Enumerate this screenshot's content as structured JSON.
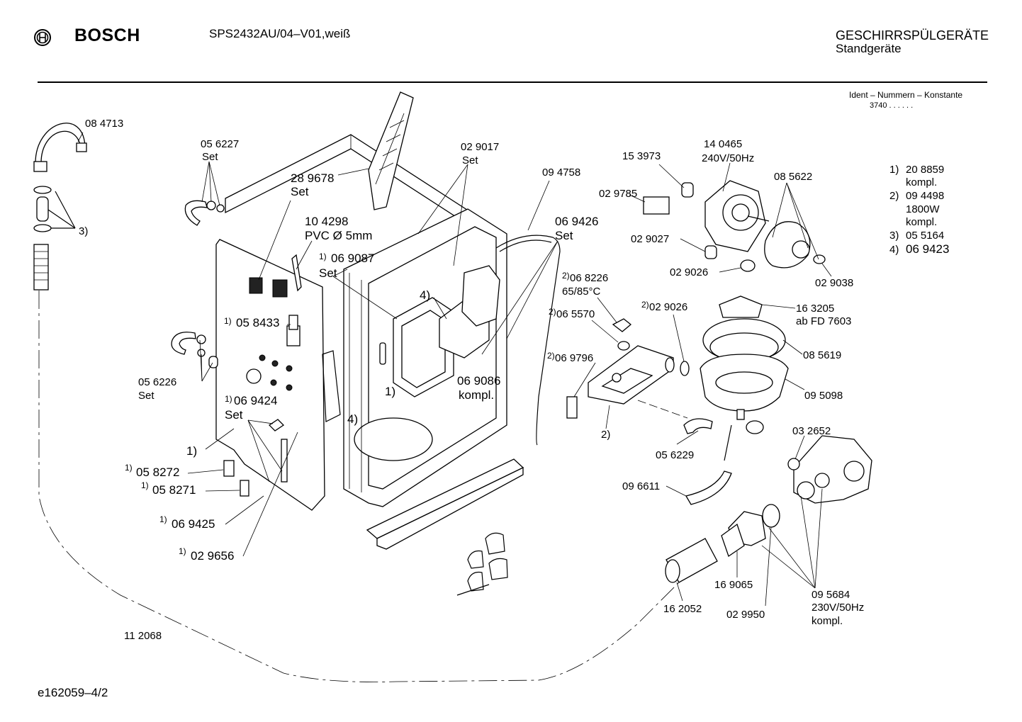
{
  "header": {
    "brand": "BOSCH",
    "model": "SPS2432AU/04–V01,weiß",
    "category": "GESCHIRRSPÜLGERÄTE",
    "subcategory": "Standgeräte"
  },
  "ident": {
    "label": "Ident – Nummern – Konstante",
    "value": "3740 .  .    .  .  .  ."
  },
  "footnotes": [
    {
      "mark": "1)",
      "lines": [
        "20 8859",
        "kompl."
      ]
    },
    {
      "mark": "2)",
      "lines": [
        "09 4498",
        "1800W",
        "kompl."
      ]
    },
    {
      "mark": "3)",
      "lines": [
        "05 5164"
      ]
    },
    {
      "mark": "4)",
      "lines": [
        "06 9423"
      ]
    }
  ],
  "labels": {
    "p084713": "08 4713",
    "ref3": "3)",
    "p056227": "05 6227",
    "p056227set": "Set",
    "p289678": "28 9678",
    "p289678set": "Set",
    "p104298": "10 4298",
    "p104298b": "PVC Ø 5mm",
    "p069087mark": "1)",
    "p069087": "06 9087",
    "p069087set": "Set",
    "p029017": "02 9017",
    "p029017set": "Set",
    "p094758": "09 4758",
    "p069426": "06 9426",
    "p069426set": "Set",
    "p153973": "15 3973",
    "p140465": "14 0465",
    "p140465b": "240V/50Hz",
    "p085622": "08 5622",
    "p029785": "02 9785",
    "p029027": "02 9027",
    "p029026a": "02 9026",
    "p029038": "02 9038",
    "p068226mark": "2)",
    "p068226": "06 8226",
    "p068226b": "65/85°C",
    "p065570mark": "2)",
    "p065570": "06 5570",
    "p029026bmark": "2)",
    "p029026b": "02 9026",
    "p163205": "16 3205",
    "p163205b": "ab FD 7603",
    "p085619": "08 5619",
    "p069796mark": "2)",
    "p069796": "06 9796",
    "p095098": "09 5098",
    "ref2": "2)",
    "p056229": "05 6229",
    "p032652": "03 2652",
    "p096611": "09 6611",
    "p058433mark": "1)",
    "p058433": "05 8433",
    "ref4a": "4)",
    "ref1a": "1)",
    "ref4b": "4)",
    "p069086": "06 9086",
    "p069086b": "kompl.",
    "p056226": "05 6226",
    "p056226set": "Set",
    "p069424mark": "1)",
    "p069424": "06 9424",
    "p069424set": "Set",
    "ref1b": "1)",
    "p058272mark": "1)",
    "p058272": "05 8272",
    "p058271mark": "1)",
    "p058271": "05 8271",
    "p069425mark": "1)",
    "p069425": "06 9425",
    "p029656mark": "1)",
    "p029656": "02 9656",
    "p112068": "11 2068",
    "p162052": "16 2052",
    "p169065": "16 9065",
    "p029950": "02 9950",
    "p095684": "09 5684",
    "p095684b": "230V/50Hz",
    "p095684c": "kompl."
  },
  "footer": {
    "code": "e162059–4/2"
  }
}
